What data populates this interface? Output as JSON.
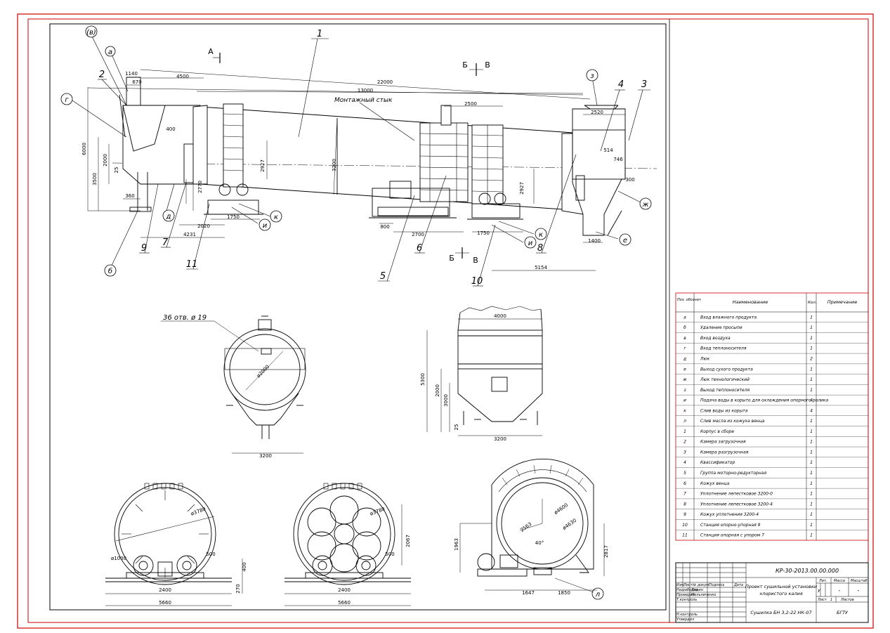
{
  "drawing": {
    "pos_labels": [
      "1",
      "2",
      "3",
      "4",
      "5",
      "6",
      "7",
      "8",
      "9",
      "10",
      "11"
    ],
    "letter_labels": [
      "(в)",
      "а",
      "г",
      "б",
      "д",
      "и",
      "к",
      "з",
      "ж",
      "е",
      "л"
    ],
    "view_labels": {
      "a": "А",
      "b": "Б",
      "v": "В"
    },
    "montage_note": "Монтажный стык",
    "holes_note": "36 отв. ø 19",
    "dims_main": [
      "1140",
      "670",
      "4500",
      "22000",
      "13000",
      "2520",
      "2500",
      "400",
      "6000",
      "2000",
      "3500",
      "25",
      "360",
      "3200",
      "2927",
      "2770",
      "2020",
      "1750",
      "4231",
      "800",
      "2700",
      "1750",
      "2927",
      "514",
      "746",
      "300",
      "1400",
      "5154"
    ],
    "dims_views": [
      "ø2000",
      "3200",
      "4000",
      "5300",
      "2000",
      "3000",
      "25",
      "3200",
      "ø3780",
      "ø1000",
      "500",
      "400",
      "270",
      "2400",
      "5660",
      "ø3780",
      "2067",
      "500",
      "2400",
      "5660",
      "ø4600",
      "ø4630",
      "2563",
      "40°",
      "1963",
      "2817",
      "1647",
      "1850"
    ]
  },
  "spec_table": {
    "headers": [
      "Поз. обознач",
      "Наименование",
      "Кол.",
      "Примечание"
    ],
    "rows": [
      {
        "pos": "а",
        "name": "Вход влажного продукта",
        "qty": "1"
      },
      {
        "pos": "б",
        "name": "Удаление просыпи",
        "qty": "1"
      },
      {
        "pos": "в",
        "name": "Вход воздуха",
        "qty": "1"
      },
      {
        "pos": "г",
        "name": "Вход теплоносителя",
        "qty": "1"
      },
      {
        "pos": "д",
        "name": "Люк",
        "qty": "2"
      },
      {
        "pos": "е",
        "name": "Выход сухого продукта",
        "qty": "1"
      },
      {
        "pos": "ж",
        "name": "Люк технологический",
        "qty": "1"
      },
      {
        "pos": "з",
        "name": "Выход теплоносителя",
        "qty": "1"
      },
      {
        "pos": "и",
        "name": "Подача воды в корыто для охлаждения опорного ролика",
        "qty": "4"
      },
      {
        "pos": "к",
        "name": "Слив воды из корыта",
        "qty": "4"
      },
      {
        "pos": "л",
        "name": "Слив масла из кожуха венца",
        "qty": "1"
      },
      {
        "pos": "1",
        "name": "Корпус в сборе",
        "qty": "1"
      },
      {
        "pos": "2",
        "name": "Камера загрузочная",
        "qty": "1"
      },
      {
        "pos": "3",
        "name": "Камера разгрузочная",
        "qty": "1"
      },
      {
        "pos": "4",
        "name": "Квассификатор",
        "qty": "1"
      },
      {
        "pos": "5",
        "name": "Группа моторно-редукторная",
        "qty": "1"
      },
      {
        "pos": "6",
        "name": "Кожух венца",
        "qty": "1"
      },
      {
        "pos": "7",
        "name": "Уплотнение лепестковое 3200-0",
        "qty": "1"
      },
      {
        "pos": "8",
        "name": "Уплотнение лепестковое 3200-4",
        "qty": "1"
      },
      {
        "pos": "9",
        "name": "Кожух уплотнения 3200-4",
        "qty": "1"
      },
      {
        "pos": "10",
        "name": "Станция опорно-упорная 9",
        "qty": "1"
      },
      {
        "pos": "11",
        "name": "Станция опорная с упором 7",
        "qty": "1"
      }
    ]
  },
  "title_block": {
    "code": "КР-30-2013.00.00.000",
    "title_line1": "Проект сушильной установки",
    "title_line2": "хлористого калия",
    "subtitle": "Сушилка БН 3,2-22 НК-07",
    "org": "БГТУ",
    "col_headers": [
      "Изм.",
      "Лист",
      "№ докум.",
      "Подпись",
      "Дата"
    ],
    "role_labels": [
      "Разработал",
      "Проверил",
      "Т.контроль",
      "Н.контроль",
      "Утвердил"
    ],
    "names": [
      "Дядин",
      "Мельниченко"
    ],
    "lit_label": "Лит.",
    "mass_label": "Масса",
    "scale_label": "Масштаб",
    "lit_value": "У",
    "mass_value": "-",
    "scale_value": "-",
    "sheet_label": "Лист",
    "sheet_value": "1",
    "sheets_label": "Листов"
  }
}
